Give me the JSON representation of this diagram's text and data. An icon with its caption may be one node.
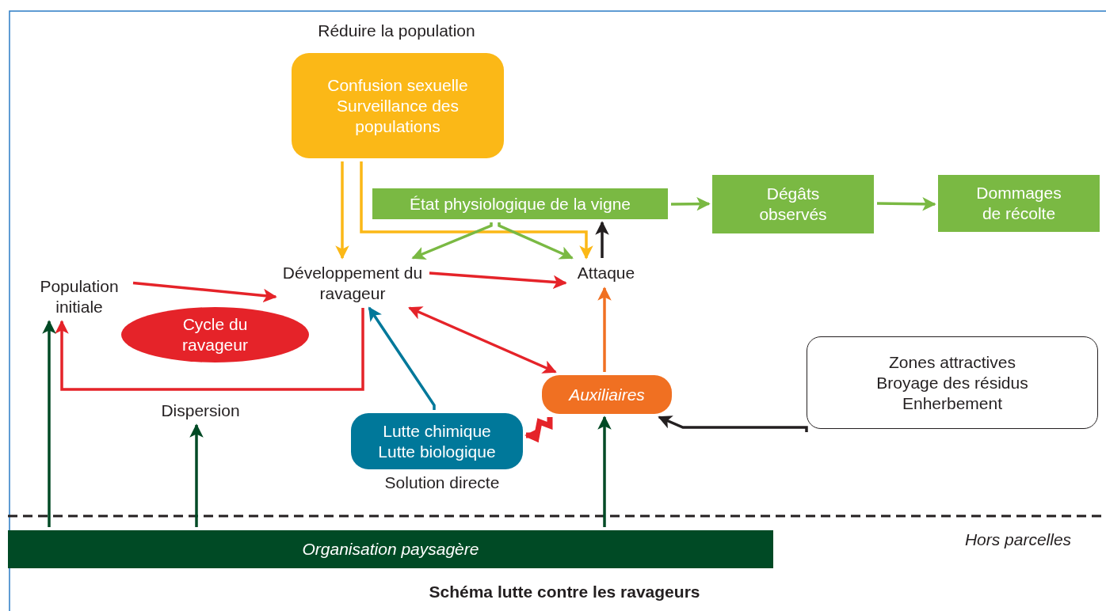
{
  "diagram": {
    "caption": "Schéma lutte contre les ravageurs",
    "nodes": [
      {
        "text": [
          "Confusion sexuelle",
          "Surveillance des populations"
        ],
        "beside": [
          "Réduire la population"
        ]
      },
      {
        "text": [
          "État physiologique de la vigne"
        ]
      },
      {
        "text": [
          "Dégâts observés"
        ]
      },
      {
        "text": [
          "Dommages de récolte"
        ]
      },
      {
        "text": [
          "Population initiale"
        ]
      },
      {
        "text": [
          "Développement du ravageur"
        ]
      },
      {
        "text": [
          "Attaque"
        ]
      },
      {
        "text": [
          "Cycle du ravageur"
        ]
      },
      {
        "text": [
          "Zones attractives",
          "Broyage des résidus",
          "Enherbement"
        ]
      },
      {
        "text": [
          "Auxiliaires"
        ]
      },
      {
        "text": [
          "Dispersion"
        ]
      },
      {
        "text": [
          "Lutte chimique",
          "Lutte biologique"
        ],
        "beside": [
          "Solution directe"
        ]
      },
      {
        "text": [
          "Organisation paysagère"
        ]
      }
    ],
    "edges": [
      {
        "from": 0,
        "to": 5,
        "arrow": "to",
        "color": "#fbb817"
      },
      {
        "from": 0,
        "to": 6,
        "arrow": "to",
        "color": "#fbb817"
      },
      {
        "from": 1,
        "to": 2,
        "arrow": "to",
        "color": "#7ab943"
      },
      {
        "from": 2,
        "to": 3,
        "arrow": "to",
        "color": "#7ab943"
      },
      {
        "from": 1,
        "to": 5,
        "arrow": "to",
        "color": "#7ab943"
      },
      {
        "from": 1,
        "to": 6,
        "arrow": "to",
        "color": "#7ab943"
      },
      {
        "from": 6,
        "to": 1,
        "arrow": "to",
        "color": "#231f20"
      },
      {
        "from": 4,
        "to": 5,
        "arrow": "to"
      },
      {
        "from": 5,
        "to": 6,
        "arrow": "to"
      },
      {
        "from": 5,
        "to": 4,
        "arrow": "to"
      },
      {
        "from": 5,
        "to": 9,
        "arrow": "both"
      },
      {
        "from": 11,
        "to": 5,
        "arrow": "to",
        "color": "#00789a"
      },
      {
        "from": 9,
        "to": 6,
        "arrow": "to",
        "color": "#f07022"
      },
      {
        "from": 9,
        "to": 11,
        "arrow": "to",
        "style": "thick"
      },
      {
        "from": 8,
        "to": 9,
        "arrow": "to",
        "color": "#231f20"
      },
      {
        "from": 12,
        "to": 4,
        "arrow": "to",
        "color": "#004a25"
      },
      {
        "from": 12,
        "to": 10,
        "arrow": "to",
        "color": "#004a25"
      },
      {
        "from": 12,
        "to": 9,
        "arrow": "to",
        "color": "#004a25"
      }
    ],
    "labels": [
      "Hors parcelles"
    ]
  }
}
